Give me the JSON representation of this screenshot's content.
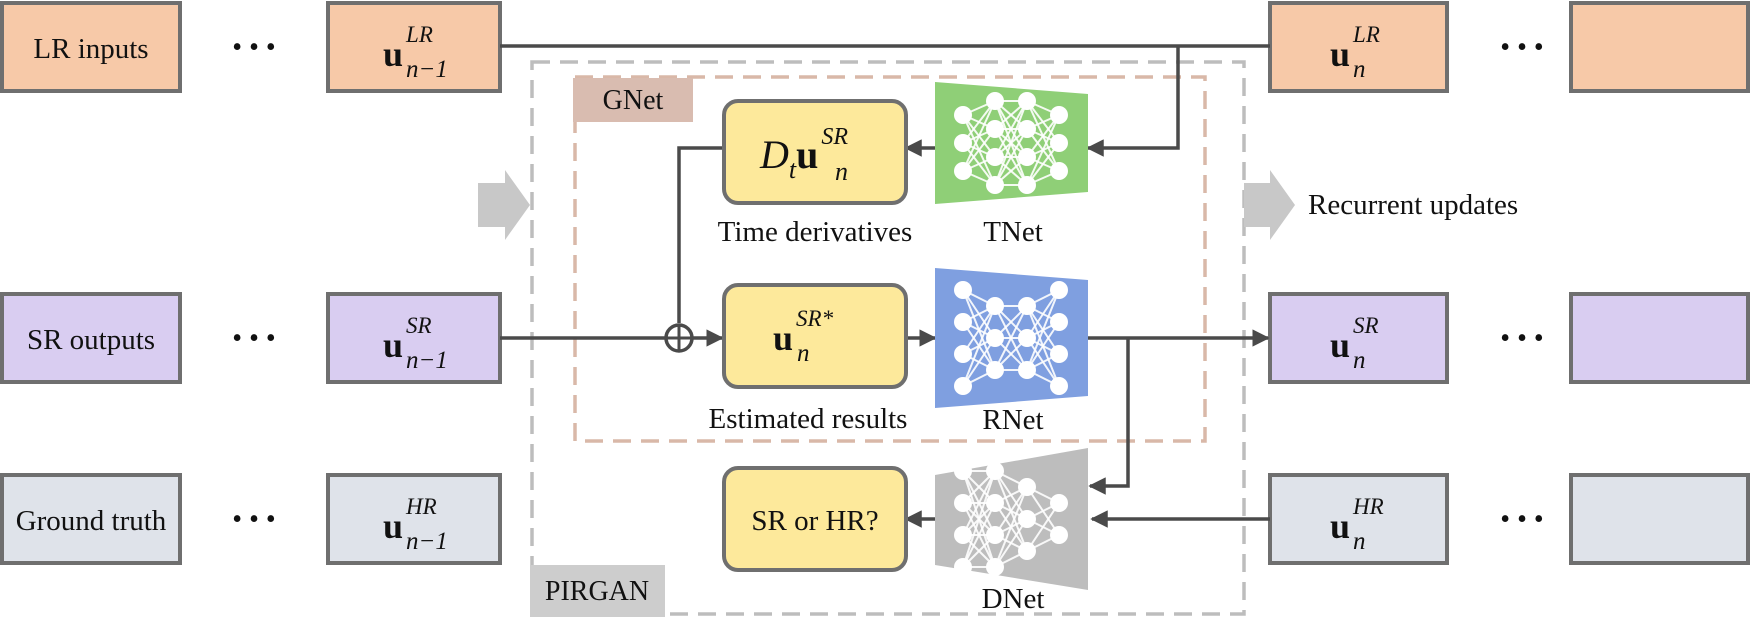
{
  "rows": {
    "lr": {
      "label": "LR inputs",
      "prev_base": "u",
      "prev_sup": "LR",
      "prev_sub": "n−1",
      "next_base": "u",
      "next_sup": "LR",
      "next_sub": "n"
    },
    "sr": {
      "label": "SR outputs",
      "prev_base": "u",
      "prev_sup": "SR",
      "prev_sub": "n−1",
      "next_base": "u",
      "next_sup": "SR",
      "next_sub": "n"
    },
    "hr": {
      "label": "Ground truth",
      "prev_base": "u",
      "prev_sup": "HR",
      "prev_sub": "n−1",
      "next_base": "u",
      "next_sup": "HR",
      "next_sub": "n"
    }
  },
  "ellipsis": "• • •",
  "pirgan_label": "PIRGAN",
  "gnet_label": "GNet",
  "recurrent_label": "Recurrent updates",
  "time_deriv": {
    "d": "D",
    "d_sub": "t",
    "base": "u",
    "sup": "SR",
    "sub": "n",
    "caption": "Time derivatives"
  },
  "estimated": {
    "base": "u",
    "sup": "SR*",
    "sub": "n",
    "caption": "Estimated results"
  },
  "discriminator_question": "SR or HR?",
  "networks": {
    "tnet": "TNet",
    "rnet": "RNet",
    "dnet": "DNet"
  },
  "colors": {
    "lr": "#f7c9a8",
    "sr": "#d9cdf1",
    "hr": "#dfe3ea",
    "yellow": "#fde99b",
    "tnet": "#8fcf77",
    "rnet": "#7f9fe0",
    "dnet": "#bdbdbd"
  }
}
